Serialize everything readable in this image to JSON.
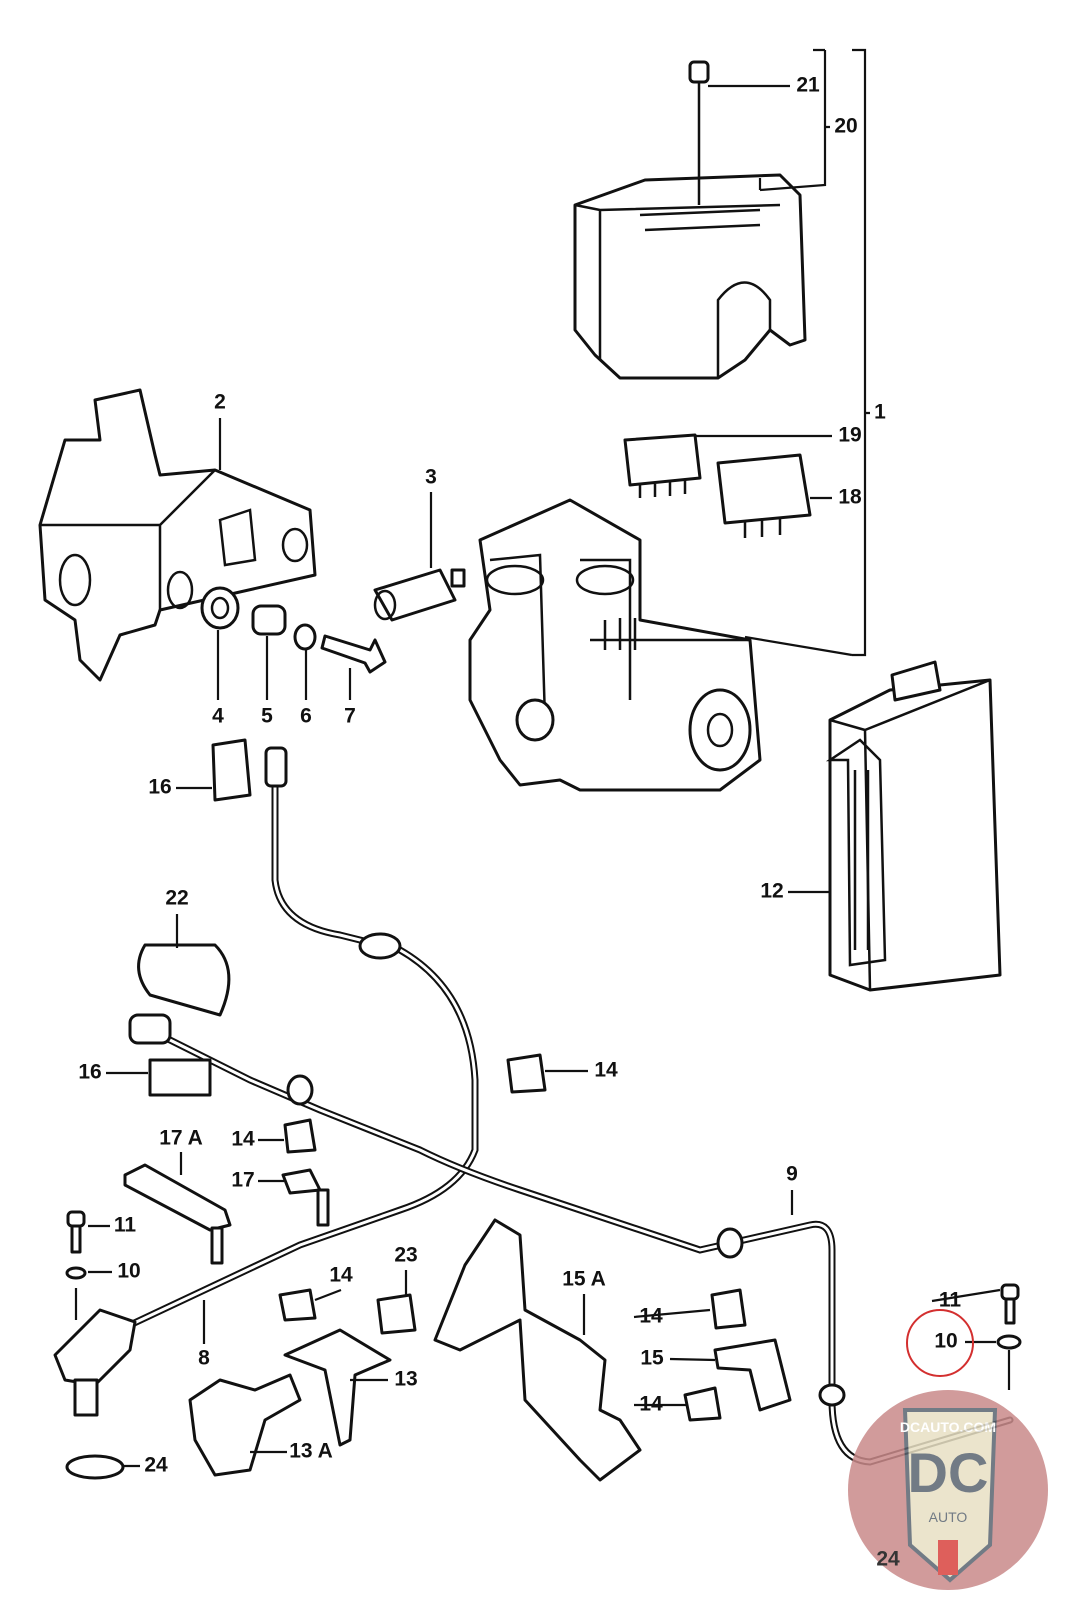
{
  "diagram": {
    "callouts": {
      "c1": "1",
      "c2": "2",
      "c3": "3",
      "c4": "4",
      "c5": "5",
      "c6": "6",
      "c7": "7",
      "c8": "8",
      "c9": "9",
      "c10a": "10",
      "c10b": "10",
      "c11a": "11",
      "c11b": "11",
      "c12": "12",
      "c13": "13",
      "c13a": "13 A",
      "c14a": "14",
      "c14b": "14",
      "c14c": "14",
      "c14d": "14",
      "c14e": "14",
      "c15": "15",
      "c15a": "15 A",
      "c16a": "16",
      "c16b": "16",
      "c17": "17",
      "c17a": "17 A",
      "c18": "18",
      "c19": "19",
      "c20": "20",
      "c21": "21",
      "c22": "22",
      "c23": "23",
      "c24": "24"
    },
    "highlight_color": "#d32f2f",
    "watermark": {
      "text": "DCAUTO.COM",
      "logo_letters": "DC",
      "logo_sub": "AUTO",
      "number_under": "24",
      "colors": {
        "shield": "#5a6470",
        "ring": "#c98a8a",
        "accent": "#d9443f",
        "cream": "#e8e0c4"
      }
    }
  }
}
